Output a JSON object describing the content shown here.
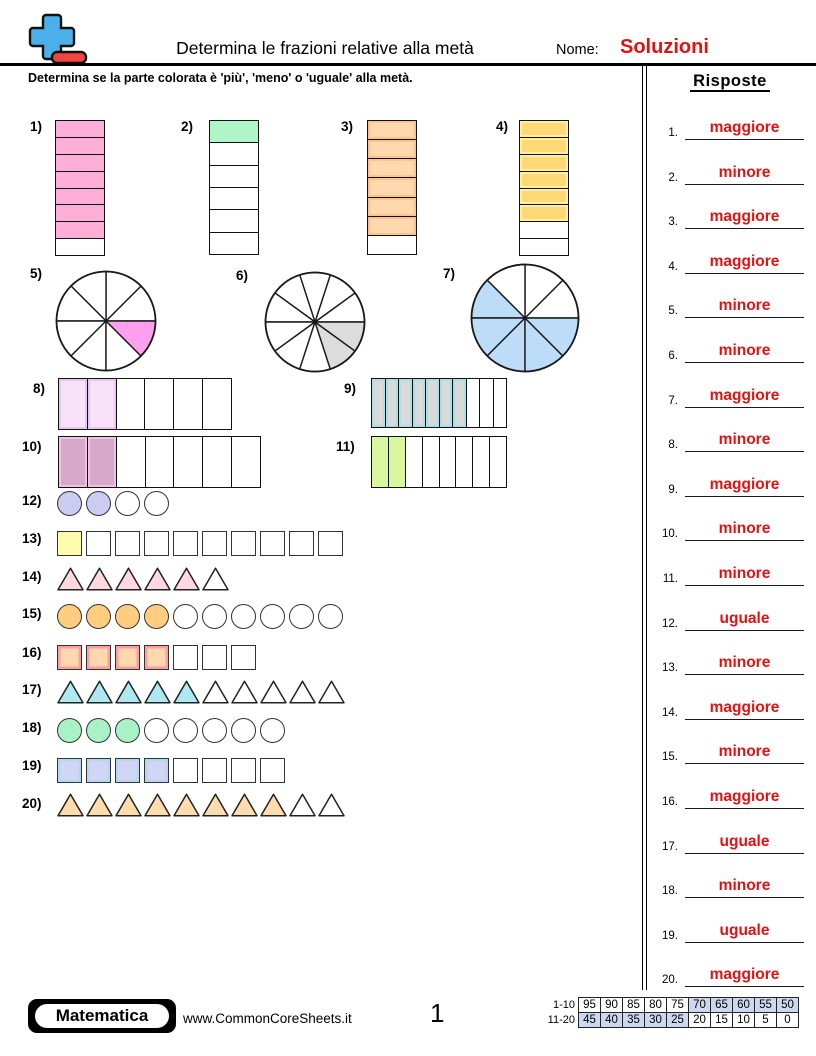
{
  "header": {
    "title": "Determina le frazioni relative alla metà",
    "nome_label": "Nome:",
    "soluzioni": "Soluzioni",
    "accent_red": "#e31212",
    "logo_blue": "#4ab0ea",
    "logo_red": "#f34444"
  },
  "instruction": "Determina se la parte colorata è 'più', 'meno' o 'uguale' alla metà.",
  "answers_panel": {
    "title": "Risposte",
    "items": [
      {
        "num": "1.",
        "text": "maggiore"
      },
      {
        "num": "2.",
        "text": "minore"
      },
      {
        "num": "3.",
        "text": "maggiore"
      },
      {
        "num": "4.",
        "text": "maggiore"
      },
      {
        "num": "5.",
        "text": "minore"
      },
      {
        "num": "6.",
        "text": "minore"
      },
      {
        "num": "7.",
        "text": "maggiore"
      },
      {
        "num": "8.",
        "text": "minore"
      },
      {
        "num": "9.",
        "text": "maggiore"
      },
      {
        "num": "10.",
        "text": "minore"
      },
      {
        "num": "11.",
        "text": "minore"
      },
      {
        "num": "12.",
        "text": "uguale"
      },
      {
        "num": "13.",
        "text": "minore"
      },
      {
        "num": "14.",
        "text": "maggiore"
      },
      {
        "num": "15.",
        "text": "minore"
      },
      {
        "num": "16.",
        "text": "maggiore"
      },
      {
        "num": "17.",
        "text": "uguale"
      },
      {
        "num": "18.",
        "text": "minore"
      },
      {
        "num": "19.",
        "text": "uguale"
      },
      {
        "num": "20.",
        "text": "maggiore"
      }
    ]
  },
  "problems": [
    {
      "num": "1)",
      "kind": "stack",
      "total": 8,
      "filled": 7,
      "color": "#ffaed8"
    },
    {
      "num": "2)",
      "kind": "stack",
      "total": 6,
      "filled": 1,
      "color": "#aef5c8"
    },
    {
      "num": "3)",
      "kind": "stack",
      "total": 7,
      "filled": 6,
      "color": "#ffd9ae",
      "inner": "#ffc28e"
    },
    {
      "num": "4)",
      "kind": "stack",
      "total": 8,
      "filled": 6,
      "color": "#ffd878",
      "inner": "#ffef9e"
    },
    {
      "num": "5)",
      "kind": "pie",
      "sectors": 8,
      "filled_sectors": [
        7
      ],
      "color": "#ffa0ee"
    },
    {
      "num": "6)",
      "kind": "pie",
      "sectors": 10,
      "filled_sectors": [
        8,
        9
      ],
      "color": "#dcdcdc"
    },
    {
      "num": "7)",
      "kind": "pie",
      "sectors": 8,
      "filled_sectors": [
        3,
        4,
        5,
        6,
        7
      ],
      "color": "#bddcf8"
    },
    {
      "num": "8)",
      "kind": "row",
      "total": 6,
      "filled": 2,
      "color": "#f8e2f8",
      "inner": "#e6c8ee"
    },
    {
      "num": "9)",
      "kind": "row",
      "total": 10,
      "filled": 7,
      "color": "#d9d9d9",
      "inner": "#aadfe6"
    },
    {
      "num": "10)",
      "kind": "row",
      "total": 7,
      "filled": 2,
      "color": "#d8a8cc",
      "inner": "#eec4de"
    },
    {
      "num": "11)",
      "kind": "row",
      "total": 8,
      "filled": 2,
      "color": "#d9f79e"
    },
    {
      "num": "12)",
      "kind": "shapes",
      "shape": "circle",
      "total": 4,
      "filled": 2,
      "color": "#ccccf2"
    },
    {
      "num": "13)",
      "kind": "shapes",
      "shape": "square",
      "total": 10,
      "filled": 1,
      "color": "#fcfcac"
    },
    {
      "num": "14)",
      "kind": "shapes",
      "shape": "triangle",
      "total": 6,
      "filled": 5,
      "color": "#ffd8e2"
    },
    {
      "num": "15)",
      "kind": "shapes",
      "shape": "circle",
      "total": 10,
      "filled": 4,
      "color": "#ffcc80"
    },
    {
      "num": "16)",
      "kind": "shapes",
      "shape": "square",
      "total": 7,
      "filled": 4,
      "color": "#ffd8b0",
      "inner": "#ff9e9e"
    },
    {
      "num": "17)",
      "kind": "shapes",
      "shape": "triangle",
      "total": 10,
      "filled": 5,
      "color": "#aee8f0"
    },
    {
      "num": "18)",
      "kind": "shapes",
      "shape": "circle",
      "total": 8,
      "filled": 3,
      "color": "#a8f2c6"
    },
    {
      "num": "19)",
      "kind": "shapes",
      "shape": "square",
      "total": 8,
      "filled": 4,
      "color": "#d2d6f5",
      "inner": "#b5d7f2"
    },
    {
      "num": "20)",
      "kind": "shapes",
      "shape": "triangle",
      "total": 10,
      "filled": 8,
      "color": "#ffdcae"
    }
  ],
  "footer": {
    "brand": "Matematica",
    "url": "www.CommonCoreSheets.it",
    "page": "1",
    "score_table": {
      "row_labels": [
        "1-10",
        "11-20"
      ],
      "rows": [
        [
          95,
          90,
          85,
          80,
          75,
          70,
          65,
          60,
          55,
          50
        ],
        [
          45,
          40,
          35,
          30,
          25,
          20,
          15,
          10,
          5,
          0
        ]
      ],
      "shaded": [
        [
          5,
          6,
          7,
          8,
          9
        ],
        [
          0,
          1,
          2,
          3,
          4
        ]
      ],
      "shade_color": "#ccd8f2"
    }
  }
}
